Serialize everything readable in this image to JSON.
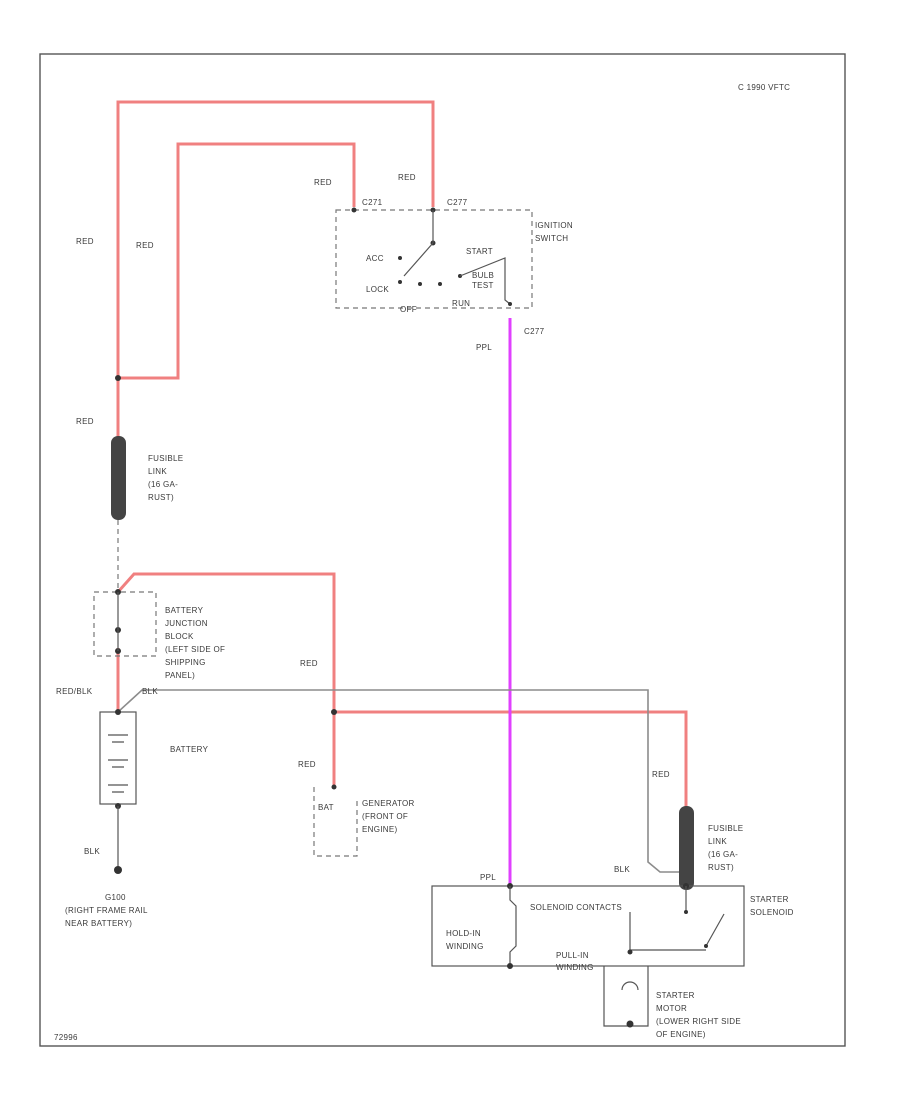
{
  "copyright": "C 1990 VFTC",
  "diagram_code": "72996",
  "wire_colors": {
    "red": "#f08080",
    "ppl": "#e040ff",
    "blk": "#8c8c8c"
  },
  "labels": {
    "red_outer": "RED",
    "red_inner": "RED",
    "red_top_left": "RED",
    "red_top_right": "RED",
    "red_above_fuse": "RED",
    "red_junction": "RED",
    "red_generator": "RED",
    "red_starter_fuse": "RED",
    "red_blk": "RED/BLK",
    "blk_battery_top": "BLK",
    "blk_ground": "BLK",
    "blk_starter": "BLK",
    "ppl_switch": "PPL",
    "ppl_solenoid": "PPL",
    "circuit_c277_switch": "C277",
    "circuit_c271": "C271",
    "circuit_c277_top": "C277"
  },
  "ignition_switch": {
    "title_line1": "IGNITION",
    "title_line2": "SWITCH",
    "acc": "ACC",
    "lock": "LOCK",
    "off": "OFF",
    "start": "START",
    "bulb_line1": "BULB",
    "bulb_line2": "TEST",
    "run": "RUN"
  },
  "fusible_link_1": {
    "line1": "FUSIBLE",
    "line2": "LINK",
    "line3": "(16 GA-",
    "line4": "RUST)"
  },
  "fusible_link_2": {
    "line1": "FUSIBLE",
    "line2": "LINK",
    "line3": "(16 GA-",
    "line4": "RUST)"
  },
  "junction_block": {
    "line1": "BATTERY",
    "line2": "JUNCTION",
    "line3": "BLOCK",
    "line4": "(LEFT SIDE OF",
    "line5": "SHIPPING",
    "line6": "PANEL)"
  },
  "battery": {
    "label": "BATTERY"
  },
  "ground": {
    "line1": "G100",
    "line2": "(RIGHT FRAME RAIL",
    "line3": "NEAR BATTERY)"
  },
  "generator": {
    "bat": "BAT",
    "line1": "GENERATOR",
    "line2": "(FRONT OF",
    "line3": "ENGINE)"
  },
  "starter_solenoid": {
    "line1": "STARTER",
    "line2": "SOLENOID",
    "contacts": "SOLENOID CONTACTS",
    "hold_line1": "HOLD-IN",
    "hold_line2": "WINDING",
    "pull_line1": "PULL-IN",
    "pull_line2": "WINDING"
  },
  "starter_motor": {
    "line1": "STARTER",
    "line2": "MOTOR",
    "line3": "(LOWER RIGHT SIDE",
    "line4": "OF ENGINE)"
  }
}
